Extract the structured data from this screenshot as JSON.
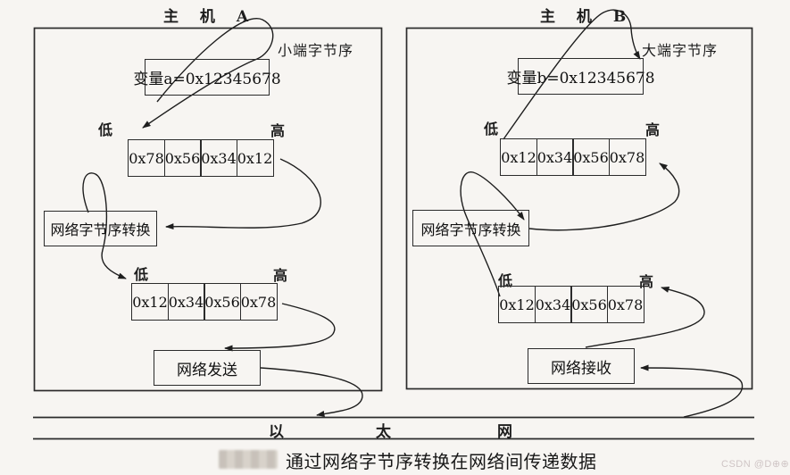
{
  "hosts": {
    "a": {
      "title": "主 机 A",
      "endianness_label": "小端字节序",
      "variable_label": "变量a=0x12345678",
      "low_label": "低",
      "high_label": "高",
      "memory_native": [
        "0x78",
        "0x56",
        "0x34",
        "0x12"
      ],
      "memory_network": [
        "0x12",
        "0x34",
        "0x56",
        "0x78"
      ],
      "convert_label": "网络字节序转换",
      "network_op_label": "网络发送"
    },
    "b": {
      "title": "主 机 B",
      "endianness_label": "大端字节序",
      "variable_label": "变量b=0x12345678",
      "low_label": "低",
      "high_label": "高",
      "memory_native": [
        "0x12",
        "0x34",
        "0x56",
        "0x78"
      ],
      "memory_network": [
        "0x12",
        "0x34",
        "0x56",
        "0x78"
      ],
      "convert_label": "网络字节序转换",
      "network_op_label": "网络接收"
    }
  },
  "ethernet": {
    "char_1": "以",
    "char_2": "太",
    "char_3": "网"
  },
  "caption": {
    "text": "通过网络字节序转换在网络间传递数据"
  },
  "watermark": "CSDN @D⊕⊕",
  "colors": {
    "ink": "#2b2b2b",
    "background": "#f7f5f2",
    "watermark": "#cfc5c5"
  }
}
